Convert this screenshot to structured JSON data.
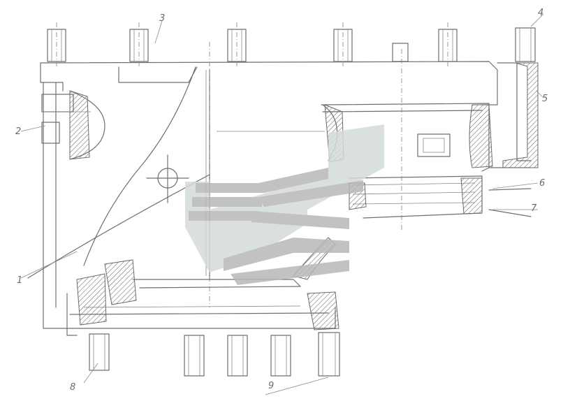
{
  "callouts": [
    {
      "id": "c1",
      "label": "1"
    },
    {
      "id": "c2",
      "label": "2"
    },
    {
      "id": "c3",
      "label": "3"
    },
    {
      "id": "c4",
      "label": "4"
    },
    {
      "id": "c5",
      "label": "5"
    },
    {
      "id": "c6",
      "label": "6"
    },
    {
      "id": "c7",
      "label": "7"
    },
    {
      "id": "c8",
      "label": "8"
    },
    {
      "id": "c9",
      "label": "9"
    }
  ],
  "colors": {
    "line": "#6f6f6f",
    "hatch": "#6a6a6a",
    "watermark_dark": "#b8b8b8",
    "watermark_light": "#d4dada"
  },
  "icons": [
    "watermark-logo"
  ]
}
